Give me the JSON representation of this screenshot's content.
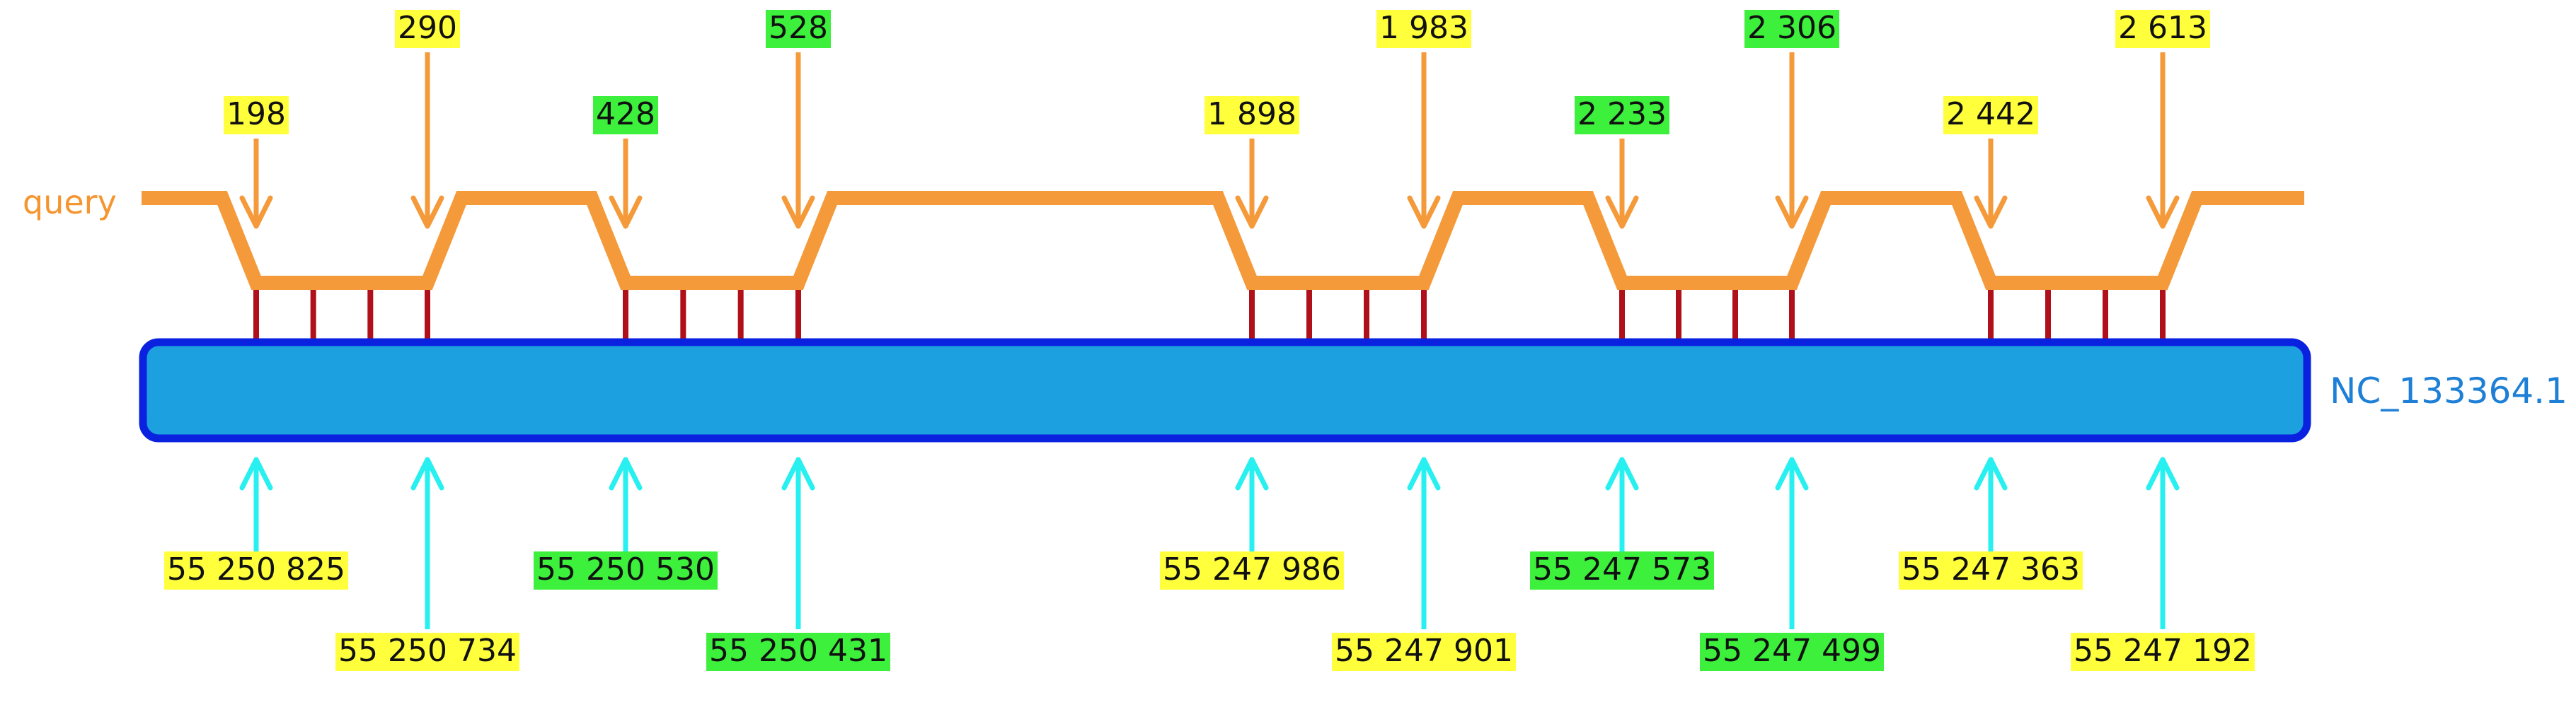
{
  "query_label": "query",
  "subject_label": "NC_133364.1",
  "colors": {
    "query_line": "#f59a3a",
    "query_arrow": "#f59a3a",
    "subject_fill": "#1ca0e0",
    "subject_border": "#0a22e0",
    "match_tick": "#b0101a",
    "subject_arrow": "#28f0f0",
    "label_yellow": "#ffff3c",
    "label_green": "#3cf03c"
  },
  "exons": [
    {
      "query_start": "198",
      "query_end": "290",
      "subject_start": "55 250 825",
      "subject_end": "55 250 734",
      "highlight": "yellow"
    },
    {
      "query_start": "428",
      "query_end": "528",
      "subject_start": "55 250 530",
      "subject_end": "55 250 431",
      "highlight": "green"
    },
    {
      "query_start": "1 898",
      "query_end": "1 983",
      "subject_start": "55 247 986",
      "subject_end": "55 247 901",
      "highlight": "yellow"
    },
    {
      "query_start": "2 233",
      "query_end": "2 306",
      "subject_start": "55 247 573",
      "subject_end": "55 247 499",
      "highlight": "green"
    },
    {
      "query_start": "2 442",
      "query_end": "2 613",
      "subject_start": "55 247 363",
      "subject_end": "55 247 192",
      "highlight": "yellow"
    }
  ]
}
